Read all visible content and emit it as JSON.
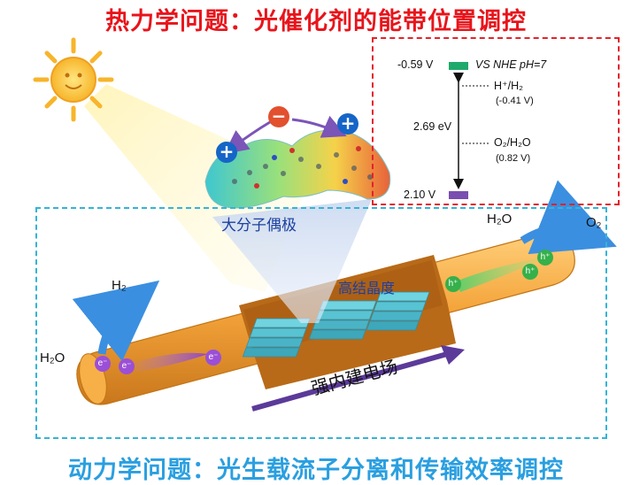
{
  "titles": {
    "top": "热力学问题：光催化剂的能带位置调控",
    "bottom": "动力学问题：光生载流子分离和传输效率调控"
  },
  "energy_diagram": {
    "cb_value": "-0.59 V",
    "reference": "VS NHE pH=7",
    "h_couple": "H⁺/H₂",
    "h_potential": "(-0.41 V)",
    "gap": "2.69 eV",
    "o_couple": "O₂/H₂O",
    "o_potential": "(0.82 V)",
    "vb_value": "2.10 V",
    "colors": {
      "cb_bar": "#1faa6b",
      "vb_bar": "#7a4fb0",
      "arrow": "#111111"
    }
  },
  "labels": {
    "dipole": "大分子偶极",
    "crystallinity": "高结晶度",
    "field": "强内建电场",
    "h2": "H₂",
    "h2o_left": "H₂O",
    "h2o_right": "H₂O",
    "o2": "O₂"
  },
  "charges": {
    "minus": "−",
    "plus": "+",
    "electron": "e⁻",
    "hole": "h⁺"
  },
  "colors": {
    "title_top": "#e8141b",
    "title_bottom": "#2a9fe0",
    "tube": "#f2a53a",
    "stack": "#5bc8d8",
    "arrow_blue": "#3b8fe0",
    "field_arrow": "#5b3a9a"
  }
}
